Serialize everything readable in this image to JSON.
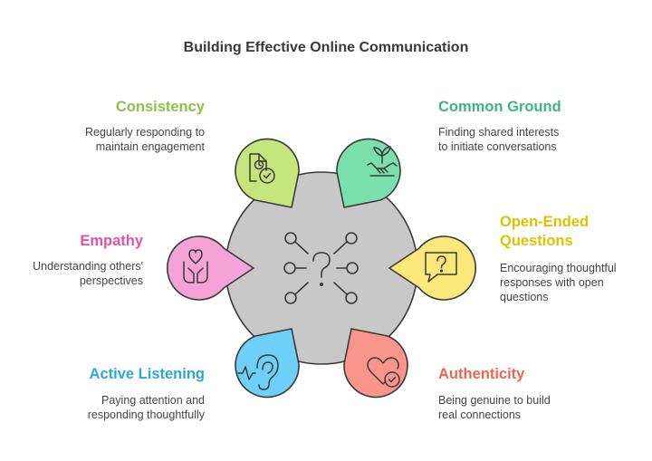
{
  "title": "Building Effective Online Communication",
  "colors": {
    "hub": "#c8c8c8",
    "consistency": "#8bc34a",
    "common_ground": "#3bb585",
    "open_ended": "#e0c000",
    "empathy": "#e052a8",
    "active_listening": "#2aa7d8",
    "authenticity": "#ee6650"
  },
  "center": {
    "icon": "question-network-icon"
  },
  "items": {
    "consistency": {
      "label": "Consistency",
      "desc": [
        "Regularly responding to",
        "maintain engagement"
      ],
      "icon": "document-clock-check-icon"
    },
    "common_ground": {
      "label": "Common Ground",
      "desc": [
        "Finding shared interests",
        "to initiate conversations"
      ],
      "icon": "handshake-sprout-icon"
    },
    "open_ended": {
      "label": [
        "Open-Ended",
        "Questions"
      ],
      "desc": [
        "Encouraging thoughtful",
        "responses with open",
        "questions"
      ],
      "icon": "chat-question-icon"
    },
    "empathy": {
      "label": "Empathy",
      "desc": [
        "Understanding others'",
        "perspectives"
      ],
      "icon": "hands-heart-icon"
    },
    "active_listening": {
      "label": "Active Listening",
      "desc": [
        "Paying attention and",
        "responding thoughtfully"
      ],
      "icon": "ear-sound-icon"
    },
    "authenticity": {
      "label": "Authenticity",
      "desc": [
        "Being genuine to build",
        "real connections"
      ],
      "icon": "heart-check-icon"
    }
  }
}
